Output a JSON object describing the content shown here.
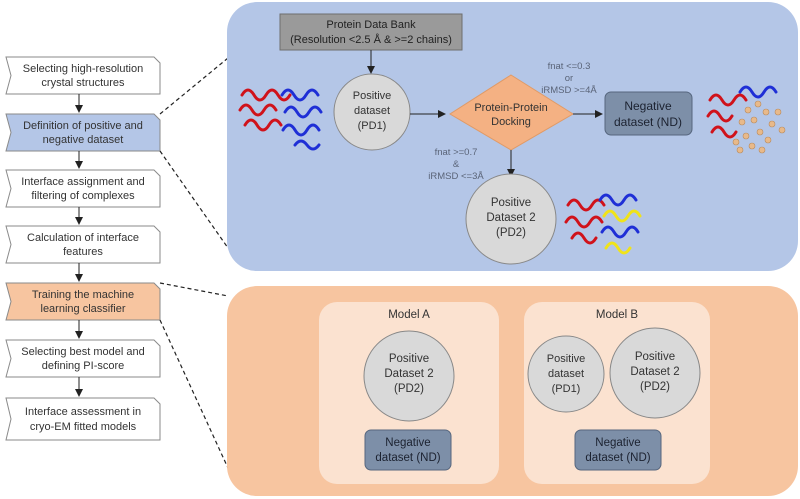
{
  "workflow": {
    "steps": [
      {
        "lines": [
          "Selecting high-resolution",
          "crystal structures"
        ],
        "highlight": ""
      },
      {
        "lines": [
          "Definition of positive and",
          "negative dataset"
        ],
        "highlight": "blue"
      },
      {
        "lines": [
          "Interface assignment and",
          "filtering of complexes"
        ],
        "highlight": ""
      },
      {
        "lines": [
          "Calculation of interface",
          "features"
        ],
        "highlight": ""
      },
      {
        "lines": [
          "Training the machine",
          "learning classifier"
        ],
        "highlight": "orange"
      },
      {
        "lines": [
          "Selecting best model and",
          "defining PI-score"
        ],
        "highlight": ""
      },
      {
        "lines": [
          "Interface assessment in",
          "cryo-EM fitted models"
        ],
        "highlight": ""
      }
    ]
  },
  "top_panel": {
    "pdb": {
      "line1": "Protein Data Bank",
      "line2": "(Resolution <2.5 Å & >=2 chains)"
    },
    "pd1": {
      "line1": "Positive",
      "line2": "dataset",
      "line3": "(PD1)"
    },
    "docking": {
      "line1": "Protein-Protein",
      "line2": "Docking"
    },
    "neg": {
      "line1": "Negative",
      "line2": "dataset (ND)"
    },
    "pd2": {
      "line1": "Positive",
      "line2": "Dataset 2",
      "line3": "(PD2)"
    },
    "crit_neg": {
      "line1": "fnat <=0.3",
      "line2": "or",
      "line3": "iRMSD >=4Å"
    },
    "crit_pos": {
      "line1": "fnat >=0.7",
      "line2": "&",
      "line3": "iRMSD <=3Å"
    }
  },
  "bottom_panel": {
    "model_a": {
      "title": "Model A",
      "pd2": {
        "line1": "Positive",
        "line2": "Dataset 2",
        "line3": "(PD2)"
      },
      "neg": {
        "line1": "Negative",
        "line2": "dataset (ND)"
      }
    },
    "model_b": {
      "title": "Model B",
      "pd1": {
        "line1": "Positive",
        "line2": "dataset",
        "line3": "(PD1)"
      },
      "pd2": {
        "line1": "Positive",
        "line2": "Dataset 2",
        "line3": "(PD2)"
      },
      "neg": {
        "line1": "Negative",
        "line2": "dataset (ND)"
      }
    }
  },
  "colors": {
    "blue_panel": "#b4c6e7",
    "orange_panel": "#f7c5a0",
    "model_box": "#fbe2d0",
    "circle": "#d9d9d9",
    "negative_box": "#7d8fa8",
    "pdb_box": "#9a9a9a",
    "docking_diamond": "#f4b183",
    "highlight_blue": "#b4c6e7",
    "highlight_orange": "#f7c5a0"
  }
}
